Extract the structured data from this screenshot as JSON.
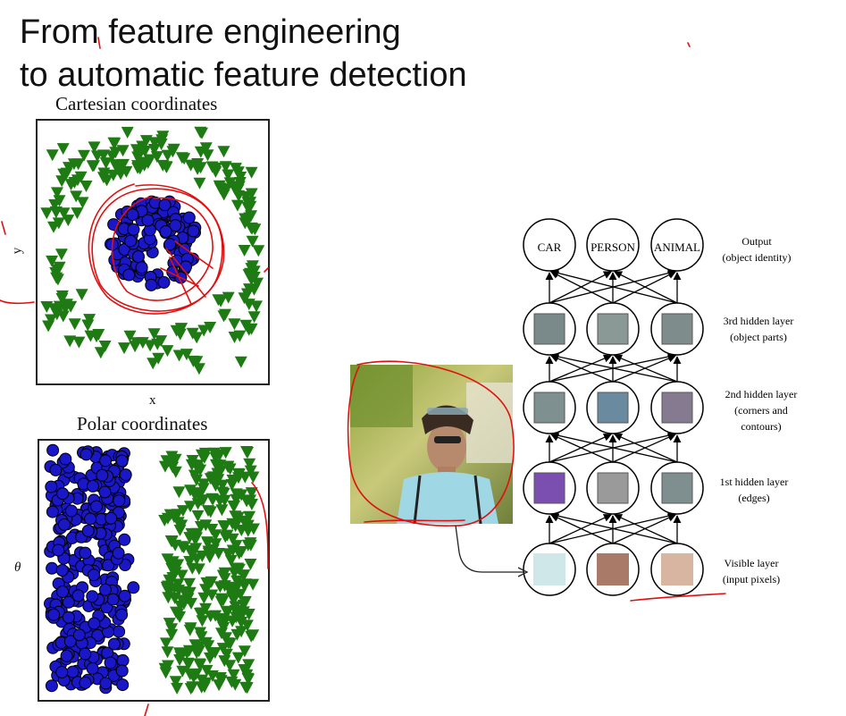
{
  "slide": {
    "title_line1": "From feature  engineering",
    "title_line2": "to automatic feature detection"
  },
  "cartesian_plot": {
    "title": "Cartesian coordinates",
    "xlabel": "x",
    "ylabel": "y"
  },
  "polar_plot": {
    "title": "Polar coordinates",
    "ylabel": "θ"
  },
  "chart_data": [
    {
      "type": "scatter",
      "title": "Cartesian coordinates",
      "xlabel": "x",
      "ylabel": "y",
      "series": [
        {
          "marker": "circle",
          "color": "#1a17c8",
          "count": 120
        },
        {
          "marker": "triangle",
          "color": "#1e7a12",
          "count": 260
        }
      ]
    },
    {
      "type": "scatter",
      "title": "Polar coordinates",
      "ylabel": "θ",
      "series": [
        {
          "marker": "circle",
          "color": "#1a17c8",
          "count": 320
        },
        {
          "marker": "triangle",
          "color": "#1e7a12",
          "count": 300
        }
      ]
    }
  ],
  "network": {
    "output": {
      "nodes": [
        "CAR",
        "PERSON",
        "ANIMAL"
      ],
      "label_line1": "Output",
      "label_line2": "(object identity)"
    },
    "hidden3": {
      "label_line1": "3rd hidden layer",
      "label_line2": "(object parts)"
    },
    "hidden2": {
      "label_line1": "2nd hidden layer",
      "label_line2": "(corners and",
      "label_line3": "contours)"
    },
    "hidden1": {
      "label_line1": "1st hidden layer",
      "label_line2": "(edges)"
    },
    "visible": {
      "label_line1": "Visible layer",
      "label_line2": "(input pixels)",
      "pixel_colors": [
        "#cfe7e8",
        "#a97a67",
        "#d8b5a0"
      ]
    }
  },
  "colors": {
    "circle_fill": "#1a17c8",
    "triangle_fill": "#1e7a12",
    "annotation": "#e01010"
  }
}
